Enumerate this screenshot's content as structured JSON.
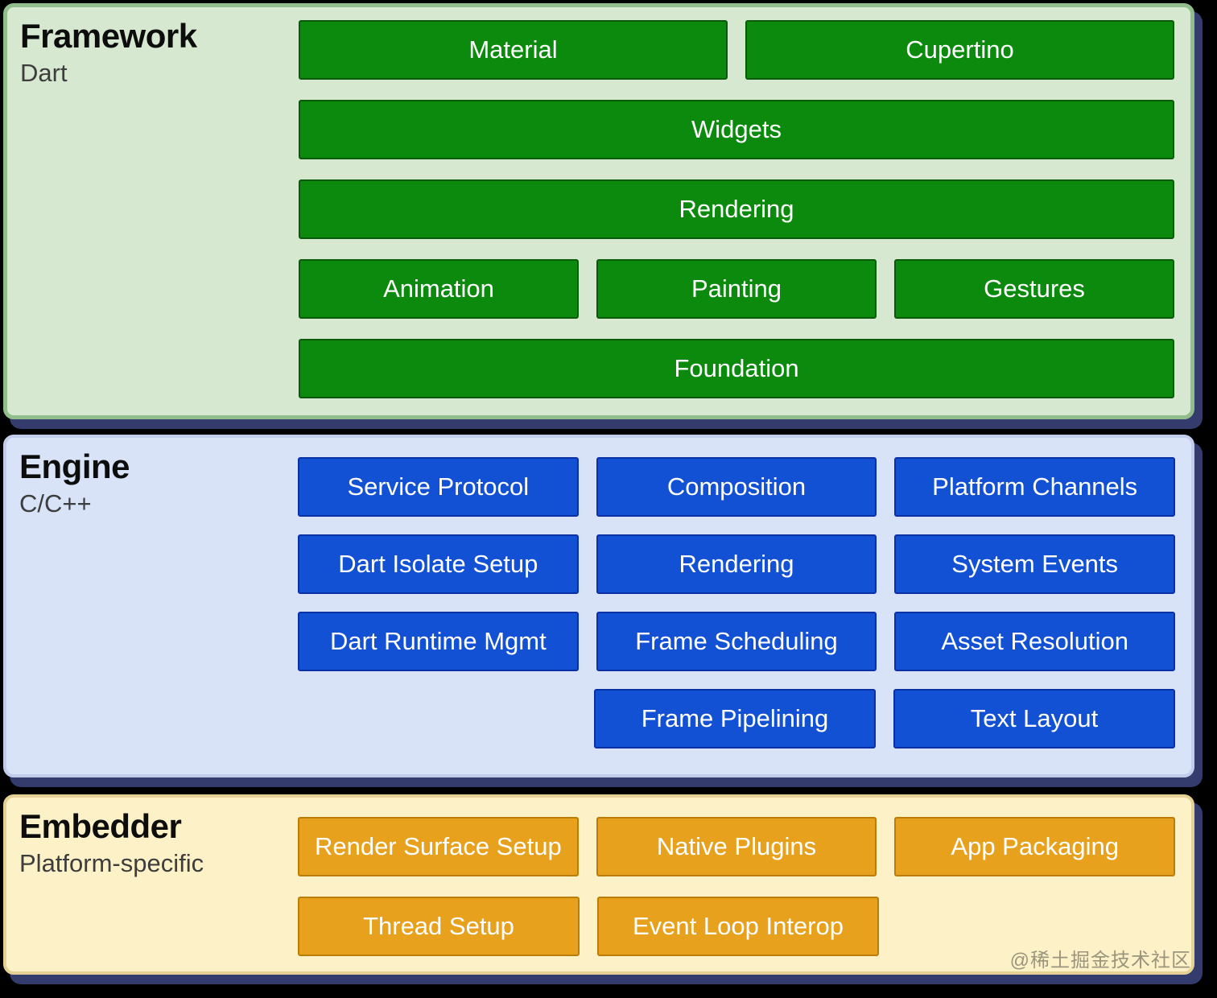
{
  "sections": [
    {
      "id": "framework",
      "title": "Framework",
      "subtitle": "Dart",
      "rows": [
        [
          "Material",
          "Cupertino"
        ],
        [
          "Widgets"
        ],
        [
          "Rendering"
        ],
        [
          "Animation",
          "Painting",
          "Gestures"
        ],
        [
          "Foundation"
        ]
      ]
    },
    {
      "id": "engine",
      "title": "Engine",
      "subtitle": "C/C++",
      "rows": [
        [
          "Service Protocol",
          "Composition",
          "Platform Channels"
        ],
        [
          "Dart Isolate Setup",
          "Rendering",
          "System Events"
        ],
        [
          "Dart Runtime Mgmt",
          "Frame Scheduling",
          "Asset Resolution"
        ],
        [
          null,
          "Frame Pipelining",
          "Text Layout"
        ]
      ]
    },
    {
      "id": "embedder",
      "title": "Embedder",
      "subtitle": "Platform-specific",
      "rows": [
        [
          "Render Surface Setup",
          "Native Plugins",
          "App Packaging"
        ],
        [
          "Thread Setup",
          "Event Loop Interop",
          null
        ]
      ]
    }
  ],
  "watermark": "@稀土掘金技术社区",
  "colors": {
    "background": "#000000",
    "shadow_navy": "#333c6d",
    "framework_panel_bg": "#d7e8d1",
    "framework_panel_border": "#90bd8b",
    "framework_box_bg": "#0c8a0e",
    "framework_box_border": "#0a5a0a",
    "engine_panel_bg": "#d9e3f8",
    "engine_panel_border": "#c2cdec",
    "engine_box_bg": "#1351d4",
    "engine_box_border": "#0b2fa5",
    "embedder_panel_bg": "#fdf1c7",
    "embedder_panel_border": "#e5d193",
    "embedder_box_bg": "#e7a11d",
    "embedder_box_border": "#bc7d08",
    "box_text": "#ffffff"
  }
}
